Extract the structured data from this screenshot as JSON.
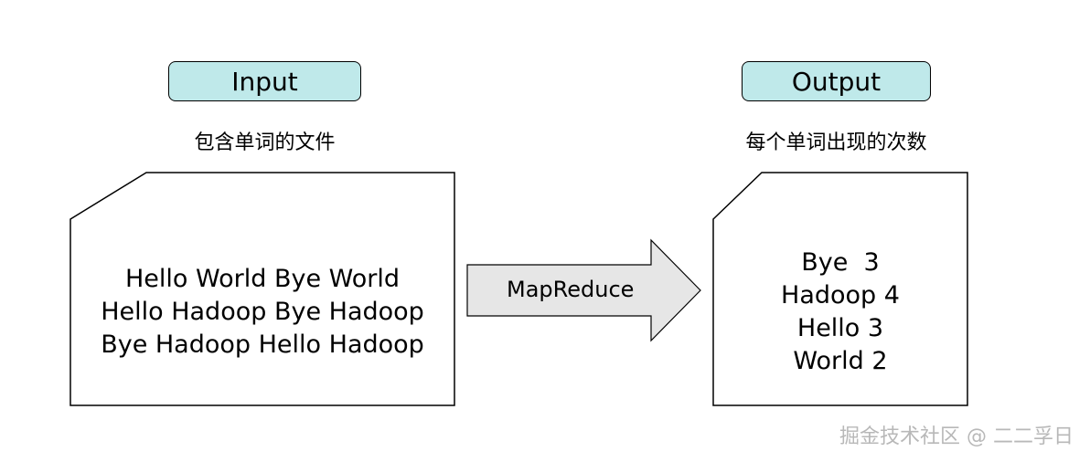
{
  "input": {
    "title": "Input",
    "subtitle": "包含单词的文件",
    "lines": [
      "Hello World Bye World",
      "Hello Hadoop Bye Hadoop",
      "Bye Hadoop Hello Hadoop"
    ]
  },
  "process": {
    "label": "MapReduce"
  },
  "output": {
    "title": "Output",
    "subtitle": "每个单词出现的次数",
    "lines": [
      "Bye  3",
      "Hadoop 4",
      "Hello 3",
      "World 2"
    ]
  },
  "watermark": "掘金技术社区 @ 二二孚日",
  "colors": {
    "pill_fill": "#bfe9ea",
    "arrow_fill": "#e6e6e6",
    "stroke": "#000000"
  }
}
